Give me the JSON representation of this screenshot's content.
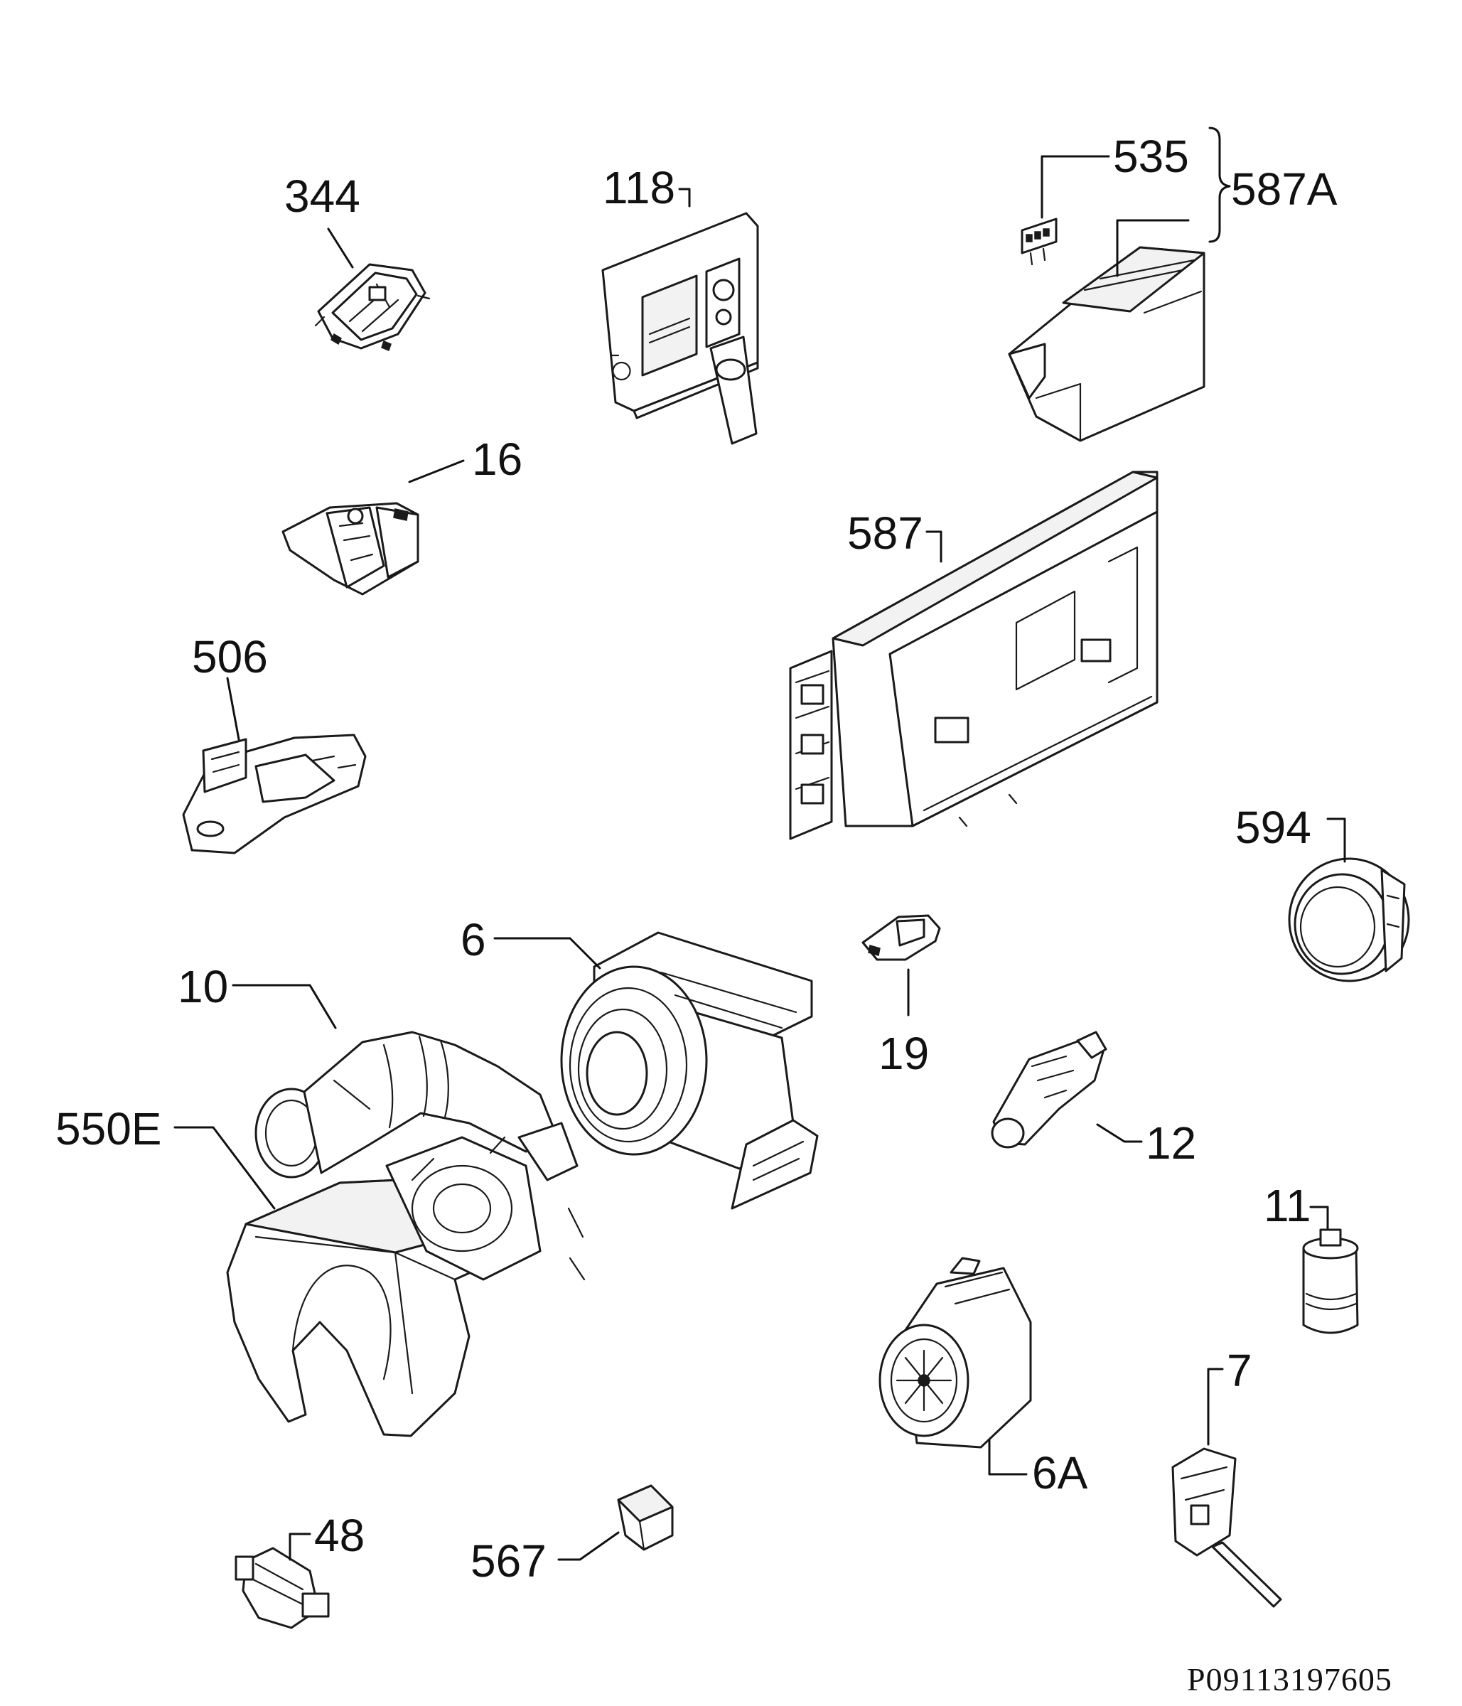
{
  "callouts": {
    "c344": "344",
    "c118": "118",
    "c535": "535",
    "c587A": "587A",
    "c16": "16",
    "c587": "587",
    "c506": "506",
    "c594": "594",
    "c6": "6",
    "c10": "10",
    "c19": "19",
    "c12": "12",
    "c550E": "550E",
    "c11": "11",
    "c7": "7",
    "c6A": "6A",
    "c48": "48",
    "c567": "567"
  },
  "drawing_code": "P09113197605"
}
